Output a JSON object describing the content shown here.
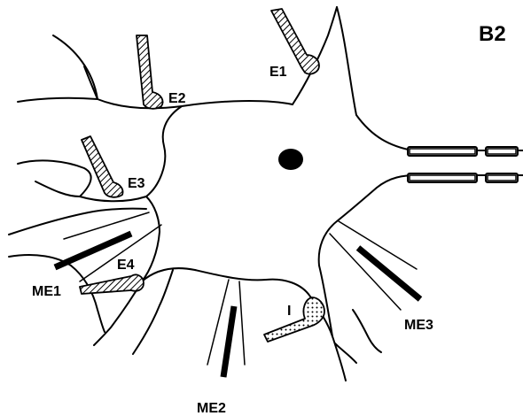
{
  "panel_label": "B2",
  "electrodes": {
    "e1": "E1",
    "e2": "E2",
    "e3": "E3",
    "e4": "E4",
    "inhibitory": "I"
  },
  "microelectrodes": {
    "me1": "ME1",
    "me2": "ME2",
    "me3": "ME3"
  },
  "colors": {
    "line": "#000000",
    "background": "#ffffff"
  }
}
